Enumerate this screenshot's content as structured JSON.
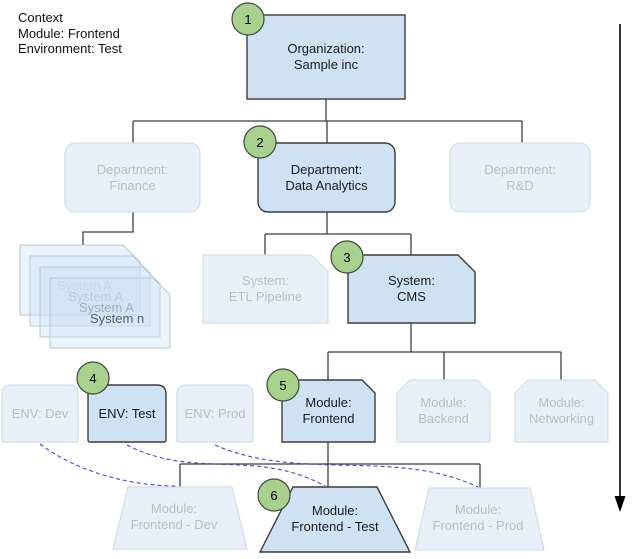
{
  "context": {
    "heading": "Context",
    "module_line": "Module: Frontend",
    "environment_line": "Environment: Test"
  },
  "nodes": {
    "organization": {
      "line1": "Organization:",
      "line2": "Sample inc",
      "badge": "1"
    },
    "department_finance": {
      "line1": "Department:",
      "line2": "Finance"
    },
    "department_data_analytics": {
      "line1": "Department:",
      "line2": "Data Analytics",
      "badge": "2"
    },
    "department_rnd": {
      "line1": "Department:",
      "line2": "R&D"
    },
    "system_stack": {
      "labels": [
        "System A",
        "System A",
        "System A",
        "System n"
      ]
    },
    "system_etl": {
      "line1": "System:",
      "line2": "ETL Pipeline"
    },
    "system_cms": {
      "line1": "System:",
      "line2": "CMS",
      "badge": "3"
    },
    "env_dev": {
      "label": "ENV: Dev"
    },
    "env_test": {
      "label": "ENV: Test",
      "badge": "4"
    },
    "env_prod": {
      "label": "ENV: Prod"
    },
    "module_frontend": {
      "line1": "Module:",
      "line2": "Frontend",
      "badge": "5"
    },
    "module_backend": {
      "line1": "Module:",
      "line2": "Backend"
    },
    "module_networking": {
      "line1": "Module:",
      "line2": "Networking"
    },
    "module_frontend_dev": {
      "line1": "Module:",
      "line2": "Frontend - Dev"
    },
    "module_frontend_test": {
      "line1": "Module:",
      "line2": "Frontend - Test",
      "badge": "6"
    },
    "module_frontend_prod": {
      "line1": "Module:",
      "line2": "Frontend - Prod"
    }
  },
  "colors": {
    "highlight_fill": "#cfe2f3",
    "highlight_border": "#3c3c3c",
    "faded_fill": "#e8f0f9",
    "faded_border": "#d3dee9",
    "faded_text": "#b6bdc5",
    "badge_fill": "#a9d18e",
    "badge_border": "#3e4a39",
    "connector": "#3f3f3f",
    "dashed_link": "#4444dd",
    "arrow": "#000000"
  }
}
